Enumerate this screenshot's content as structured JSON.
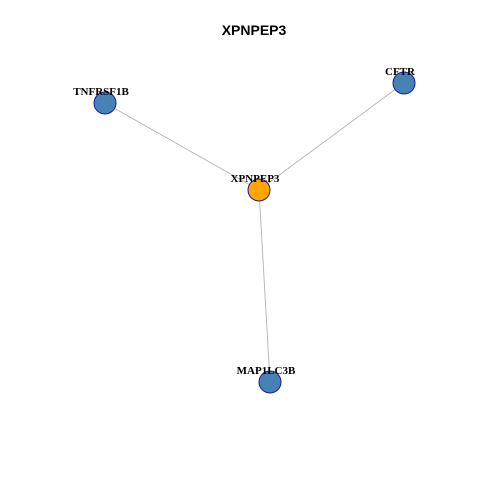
{
  "title": "XPNPEP3",
  "colors": {
    "hub_fill": "#FFA500",
    "leaf_fill": "#4682B4",
    "node_stroke": "#1A1AAA",
    "edge": "#B3B3B3"
  },
  "nodes": [
    {
      "id": "XPNPEP3",
      "label": "XPNPEP3",
      "role": "hub"
    },
    {
      "id": "TNFRSF1B",
      "label": "TNFRSF1B",
      "role": "leaf"
    },
    {
      "id": "CFTR",
      "label": "CFTR",
      "role": "leaf"
    },
    {
      "id": "MAP1LC3B",
      "label": "MAP1LC3B",
      "role": "leaf"
    }
  ],
  "edges": [
    {
      "source": "XPNPEP3",
      "target": "TNFRSF1B"
    },
    {
      "source": "XPNPEP3",
      "target": "CFTR"
    },
    {
      "source": "XPNPEP3",
      "target": "MAP1LC3B"
    }
  ]
}
